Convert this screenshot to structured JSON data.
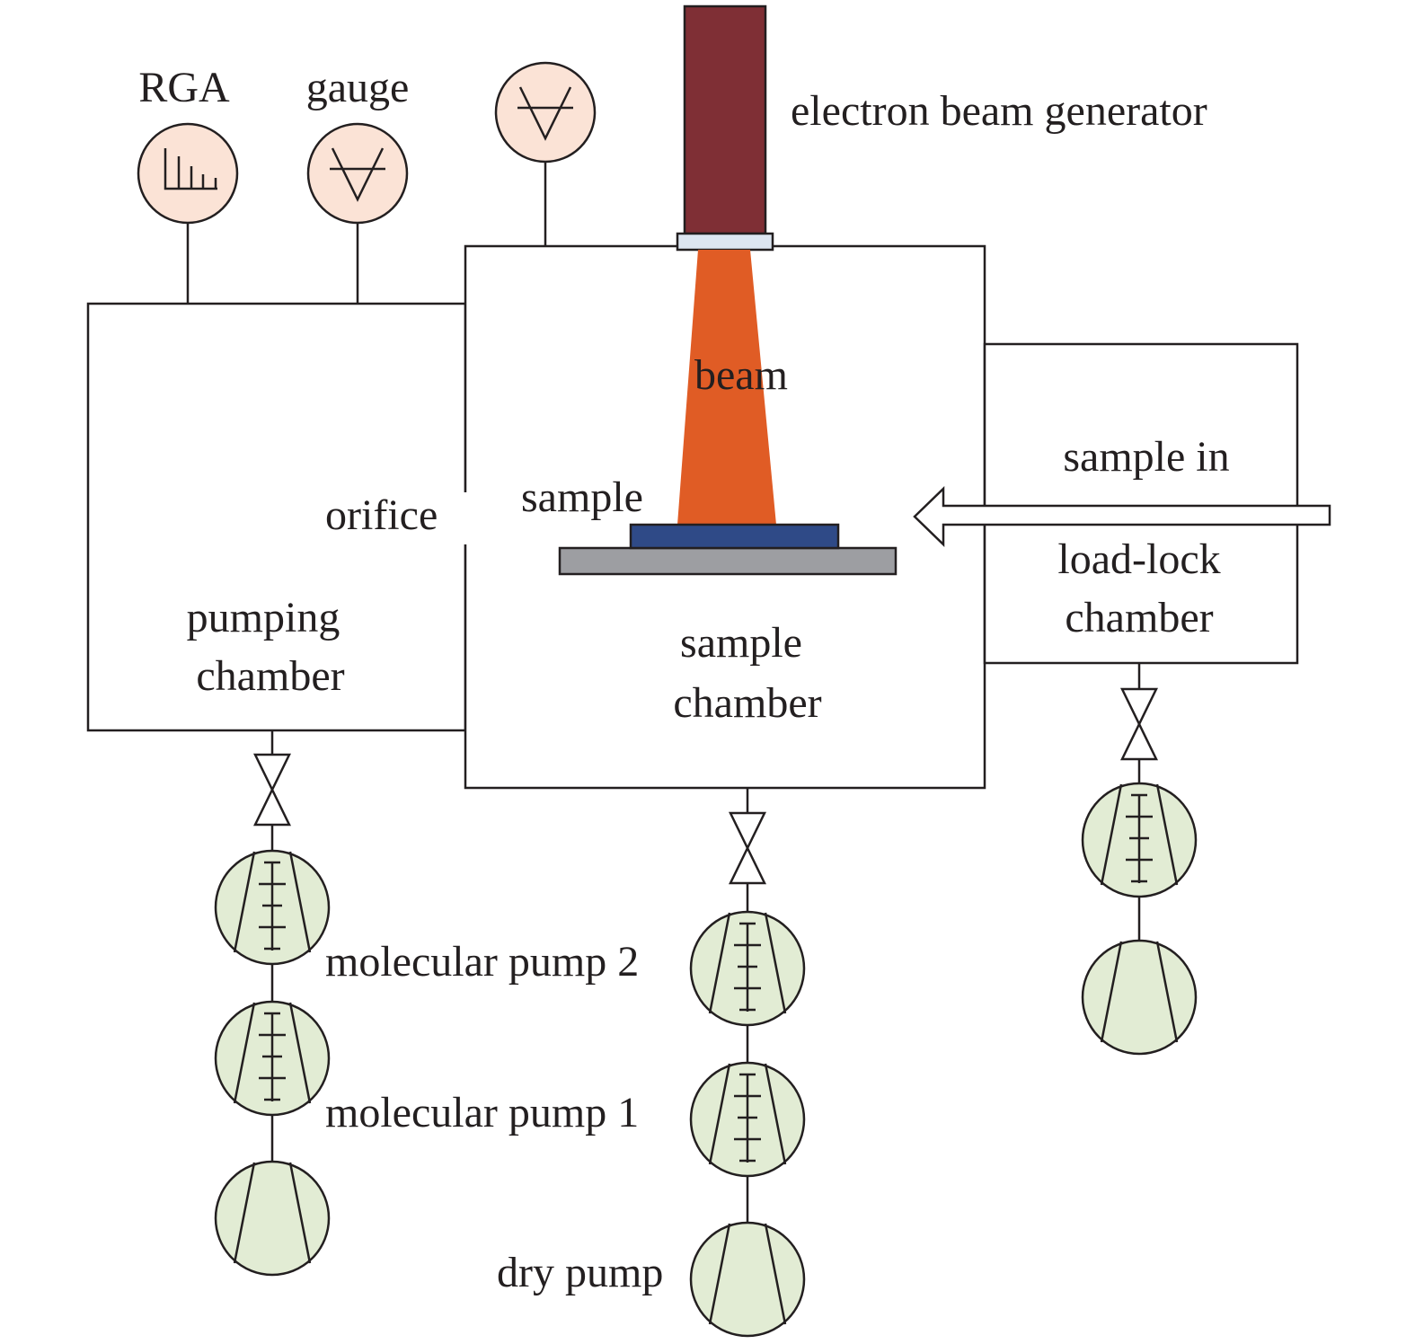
{
  "labels": {
    "rga": "RGA",
    "gauge": "gauge",
    "electron_beam_generator": "electron beam generator",
    "beam": "beam",
    "sample": "sample",
    "orifice": "orifice",
    "sample_in": "sample in",
    "load_lock_line1": "load-lock",
    "load_lock_line2": "chamber",
    "pumping_line1": "pumping",
    "pumping_line2": "chamber",
    "sample_chamber_line1": "sample",
    "sample_chamber_line2": "chamber",
    "molecular_pump_2": "molecular pump 2",
    "molecular_pump_1": "molecular pump 1",
    "dry_pump": "dry pump"
  },
  "colors": {
    "line": "#231f20",
    "gauge_fill": "#fbe3d6",
    "pump_fill": "#e2ecd4",
    "generator_body": "#7f2f35",
    "generator_window": "#dde6f1",
    "beam": "#e05c25",
    "sample": "#2f4a87",
    "stage": "#9d9ea2"
  }
}
